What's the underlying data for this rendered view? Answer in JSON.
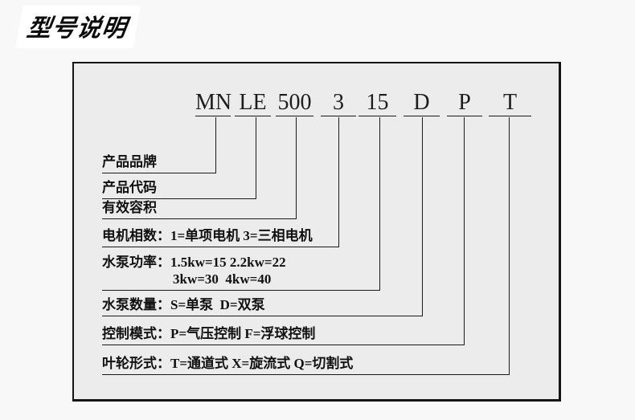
{
  "header": {
    "title": "型号说明"
  },
  "diagram": {
    "code_segments": [
      "MN",
      "LE",
      "500",
      "3",
      "15",
      "D",
      "P",
      "T"
    ],
    "rows": [
      {
        "text": "产品品牌"
      },
      {
        "text": "产品代码"
      },
      {
        "text": "有效容积"
      },
      {
        "text": "电机相数：1=单项电机 3=三相电机"
      },
      {
        "text": "水泵功率：1.5kw=15 2.2kw=22",
        "text2": "3kw=30  4kw=40"
      },
      {
        "text": "水泵数量：S=单泵  D=双泵"
      },
      {
        "text": "控制模式：P=气压控制 F=浮球控制"
      },
      {
        "text": "叶轮形式：T=通道式 X=旋流式 Q=切割式"
      }
    ]
  },
  "colors": {
    "page_bg": "#f8f8f8",
    "box_bg": "#ececec",
    "line": "#1a1a1a",
    "header_bg": "#ffffff"
  }
}
